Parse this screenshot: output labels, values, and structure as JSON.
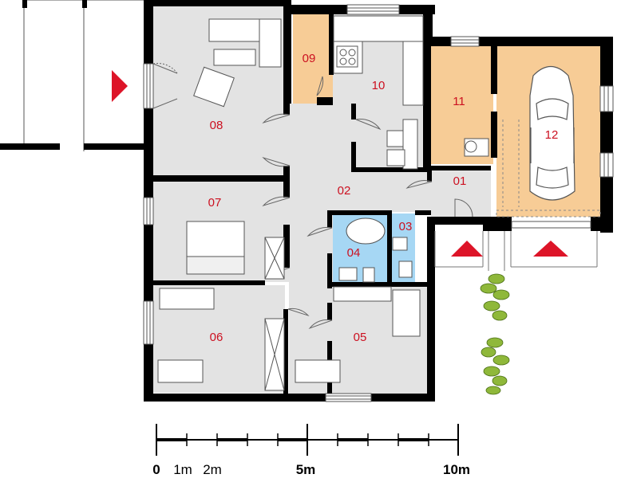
{
  "rooms": [
    {
      "number": "01"
    },
    {
      "number": "02"
    },
    {
      "number": "03"
    },
    {
      "number": "04"
    },
    {
      "number": "05"
    },
    {
      "number": "06"
    },
    {
      "number": "07"
    },
    {
      "number": "08"
    },
    {
      "number": "09"
    },
    {
      "number": "10"
    },
    {
      "number": "11"
    },
    {
      "number": "12"
    }
  ],
  "scale_bar": {
    "labels": [
      "0",
      "1m",
      "2m",
      "5m",
      "10m"
    ]
  },
  "colors": {
    "living": "#e3e3e3",
    "service": "#f7cc96",
    "bathroom": "#a6d7f4",
    "wall": "#000000",
    "label": "#cc1020",
    "arrow": "#dd1428"
  },
  "icons": [
    "entrance-arrow-icon",
    "car-icon",
    "plant-icon"
  ]
}
